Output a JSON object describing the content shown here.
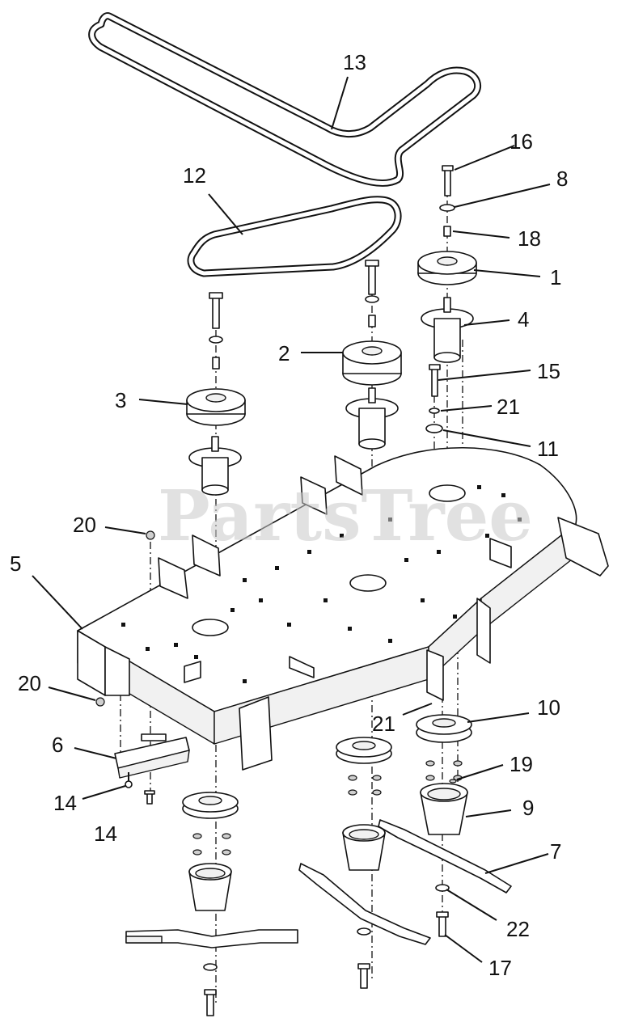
{
  "watermark": "PartsTree",
  "callouts": [
    {
      "id": "13",
      "label": "13"
    },
    {
      "id": "12",
      "label": "12"
    },
    {
      "id": "16",
      "label": "16"
    },
    {
      "id": "8",
      "label": "8"
    },
    {
      "id": "18",
      "label": "18"
    },
    {
      "id": "1",
      "label": "1"
    },
    {
      "id": "4",
      "label": "4"
    },
    {
      "id": "2",
      "label": "2"
    },
    {
      "id": "15",
      "label": "15"
    },
    {
      "id": "3",
      "label": "3"
    },
    {
      "id": "21a",
      "label": "21"
    },
    {
      "id": "11",
      "label": "11"
    },
    {
      "id": "20a",
      "label": "20"
    },
    {
      "id": "5",
      "label": "5"
    },
    {
      "id": "20b",
      "label": "20"
    },
    {
      "id": "10",
      "label": "10"
    },
    {
      "id": "21b",
      "label": "21"
    },
    {
      "id": "6",
      "label": "6"
    },
    {
      "id": "19",
      "label": "19"
    },
    {
      "id": "9",
      "label": "9"
    },
    {
      "id": "14a",
      "label": "14"
    },
    {
      "id": "14b",
      "label": "14"
    },
    {
      "id": "7",
      "label": "7"
    },
    {
      "id": "22",
      "label": "22"
    },
    {
      "id": "17",
      "label": "17"
    }
  ]
}
